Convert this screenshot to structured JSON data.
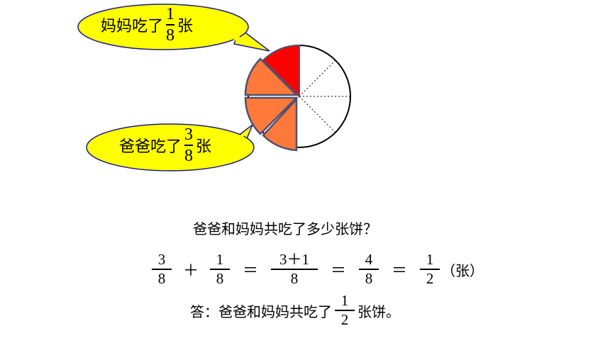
{
  "bubbles": {
    "mom": {
      "prefix": "妈妈吃了",
      "num": "1",
      "den": "8",
      "suffix": "张"
    },
    "dad": {
      "prefix": "爸爸吃了",
      "num": "3",
      "den": "8",
      "suffix": "张"
    }
  },
  "question": "爸爸和妈妈共吃了多少张饼？",
  "equation": {
    "f1": {
      "num": "3",
      "den": "8"
    },
    "plus": "＋",
    "f2": {
      "num": "1",
      "den": "8"
    },
    "eq": "＝",
    "f3": {
      "num": "3＋1",
      "den": "8"
    },
    "f4": {
      "num": "4",
      "den": "8"
    },
    "f5": {
      "num": "1",
      "den": "2"
    },
    "unit": "（张）"
  },
  "answer": {
    "prefix": "答：爸爸和妈妈共吃了",
    "num": "1",
    "den": "2",
    "suffix": "张饼。"
  },
  "colors": {
    "bubble": "#ffff00",
    "mom_slice": "#ff0000",
    "dad_slice": "#ff7a3a"
  }
}
